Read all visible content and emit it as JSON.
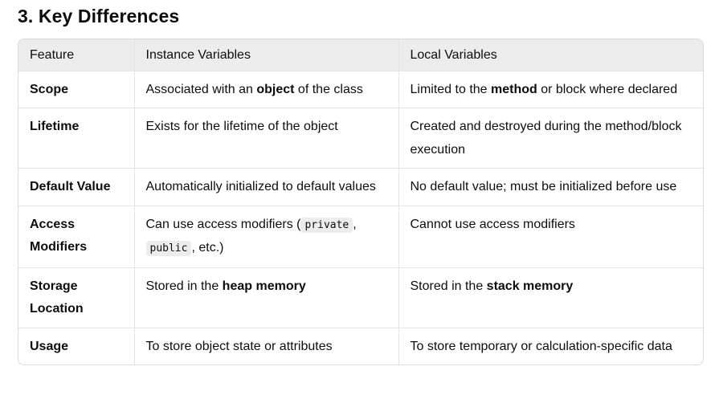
{
  "heading": "3. Key Differences",
  "table": {
    "headers": [
      "Feature",
      "Instance Variables",
      "Local Variables"
    ],
    "rows": [
      {
        "feature": "Scope",
        "instance": {
          "pre": "Associated with an ",
          "bold": "object",
          "post": " of the class"
        },
        "local": {
          "pre": "Limited to the ",
          "bold": "method",
          "post": " or block where declared"
        }
      },
      {
        "feature": "Lifetime",
        "instance": "Exists for the lifetime of the object",
        "local": "Created and destroyed during the method/block execution"
      },
      {
        "feature": "Default Value",
        "instance": "Automatically initialized to default values",
        "local": "No default value; must be initialized before use"
      },
      {
        "feature": "Access Modifiers",
        "instance": {
          "pre": "Can use access modifiers (",
          "code1": "private",
          "mid": ", ",
          "code2": "public",
          "post": ", etc.)"
        },
        "local": "Cannot use access modifiers"
      },
      {
        "feature": "Storage Location",
        "instance": {
          "pre": "Stored in the ",
          "bold": "heap memory",
          "post": ""
        },
        "local": {
          "pre": "Stored in the ",
          "bold": "stack memory",
          "post": ""
        }
      },
      {
        "feature": "Usage",
        "instance": "To store object state or attributes",
        "local": "To store temporary or calculation-specific data"
      }
    ]
  }
}
